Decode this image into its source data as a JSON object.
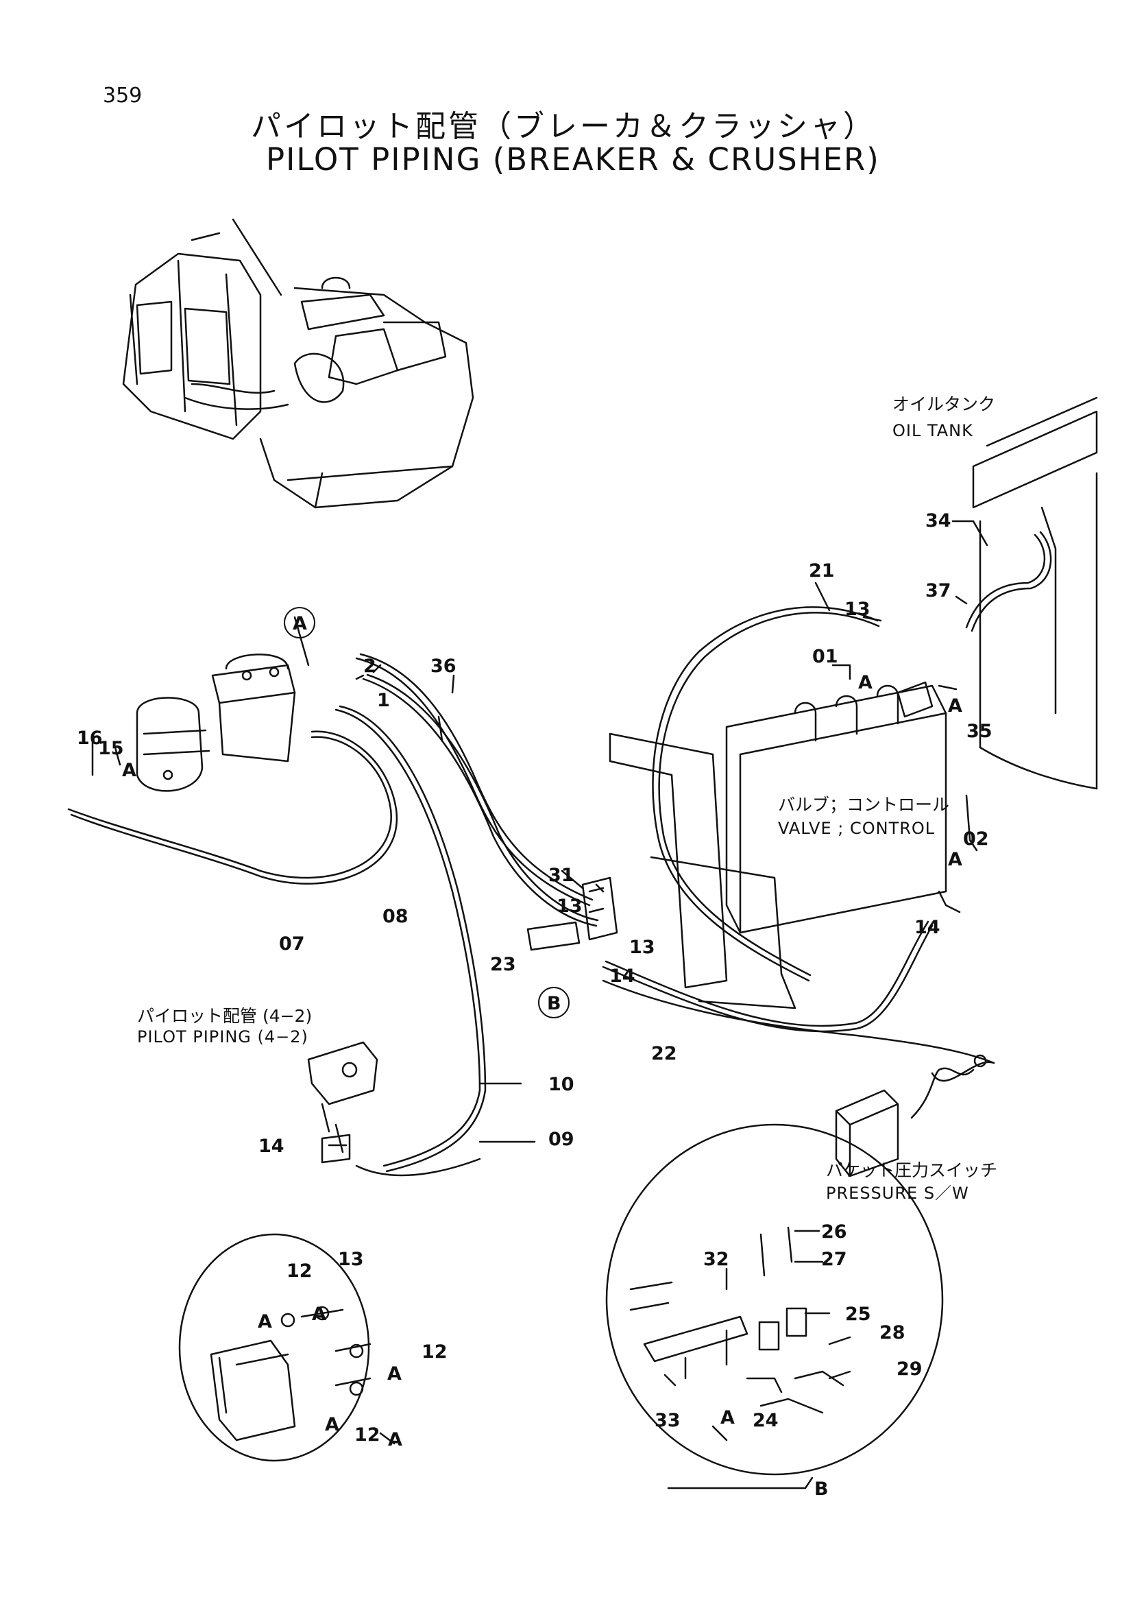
{
  "page_number": "359",
  "title_jp": "パイロット配管（ブレーカ＆クラッシャ）",
  "title_en": "PILOT PIPING (BREAKER & CRUSHER)",
  "labels": {
    "oil_tank_jp": "オイルタンク",
    "oil_tank_en": "OIL TANK",
    "valve_jp": "バルブ；コントロール",
    "valve_en": "VALVE ; CONTROL",
    "pilot_ref_jp": "パイロット配管 (4−2)",
    "pilot_ref_en": "PILOT PIPING (4−2)",
    "pressure_jp": "バケット圧力スイッチ",
    "pressure_en": "PRESSURE S／W",
    "detail_a": "A",
    "detail_b": "B"
  },
  "callouts": {
    "p01": "01",
    "p02": "02",
    "p07": "07",
    "p08": "08",
    "p09": "09",
    "p10": "10",
    "p12a": "12",
    "p12b": "12",
    "p12c": "12",
    "p13a": "13",
    "p13b": "13",
    "p13c": "13",
    "p13d": "13",
    "p14a": "14",
    "p14b": "14",
    "p14c": "14",
    "p15": "15",
    "p16": "16",
    "p21": "21",
    "p22": "22",
    "p23": "23",
    "p24": "24",
    "p25": "25",
    "p26": "26",
    "p27": "27",
    "p28": "28",
    "p29": "29",
    "p31": "31",
    "p32": "32",
    "p33": "33",
    "p34": "34",
    "p35": "35",
    "p36": "36",
    "p37": "37",
    "n1": "1",
    "n2": "2",
    "a1": "A",
    "a2": "A",
    "a3": "A",
    "a4": "A",
    "a5": "A",
    "a6": "A",
    "a7": "A",
    "a8": "A",
    "a9": "A"
  }
}
